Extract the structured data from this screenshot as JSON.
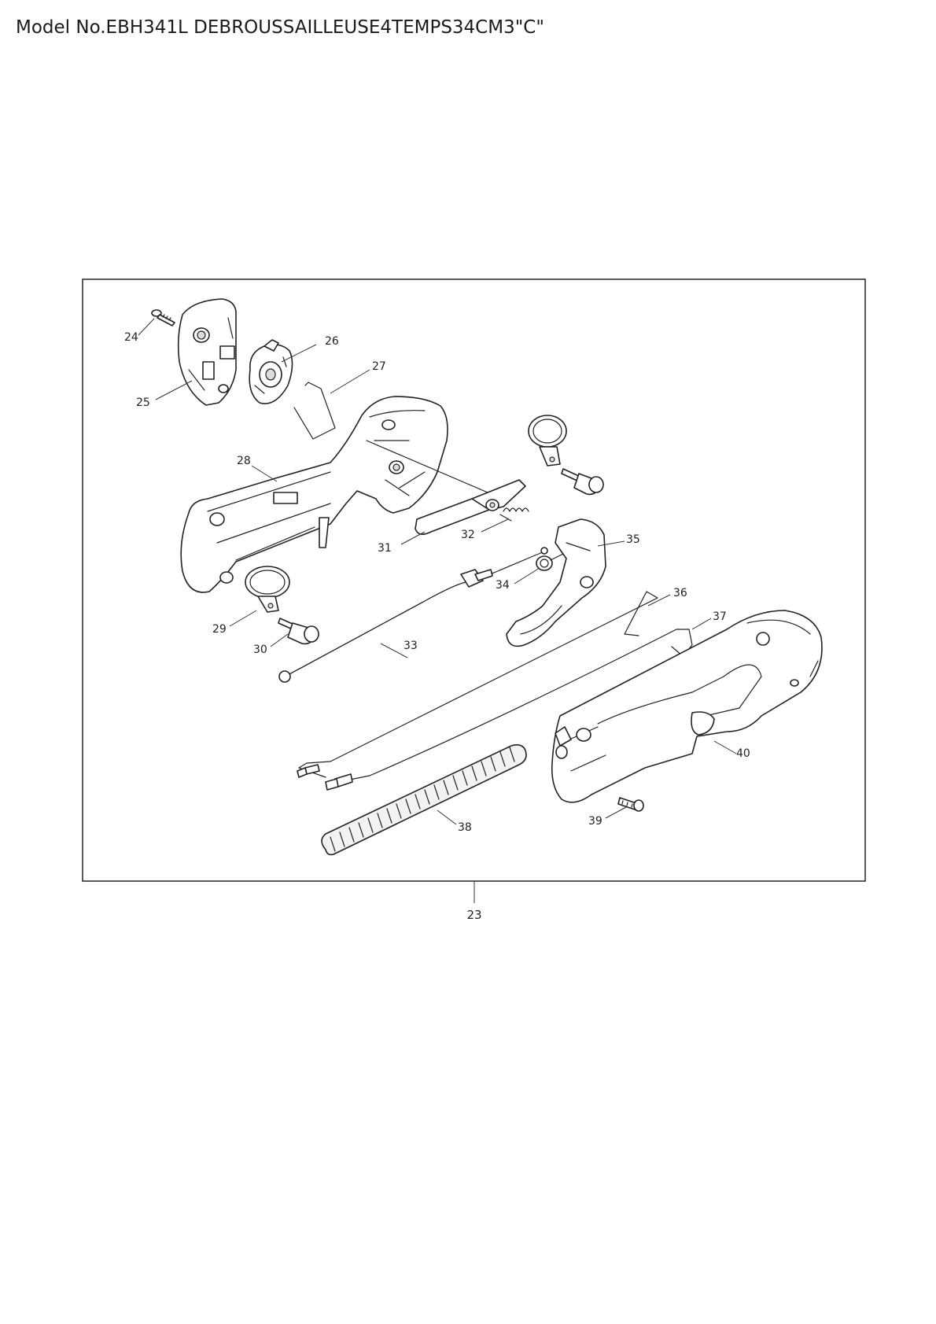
{
  "page": {
    "title": "Model No.EBH341L DEBROUSSAILLEUSE4TEMPS34CM3\"C\""
  },
  "assembly": {
    "number": "23"
  },
  "callouts": [
    "24",
    "25",
    "26",
    "27",
    "28",
    "29",
    "30",
    "31",
    "32",
    "33",
    "34",
    "35",
    "36",
    "37",
    "38",
    "39",
    "40"
  ]
}
